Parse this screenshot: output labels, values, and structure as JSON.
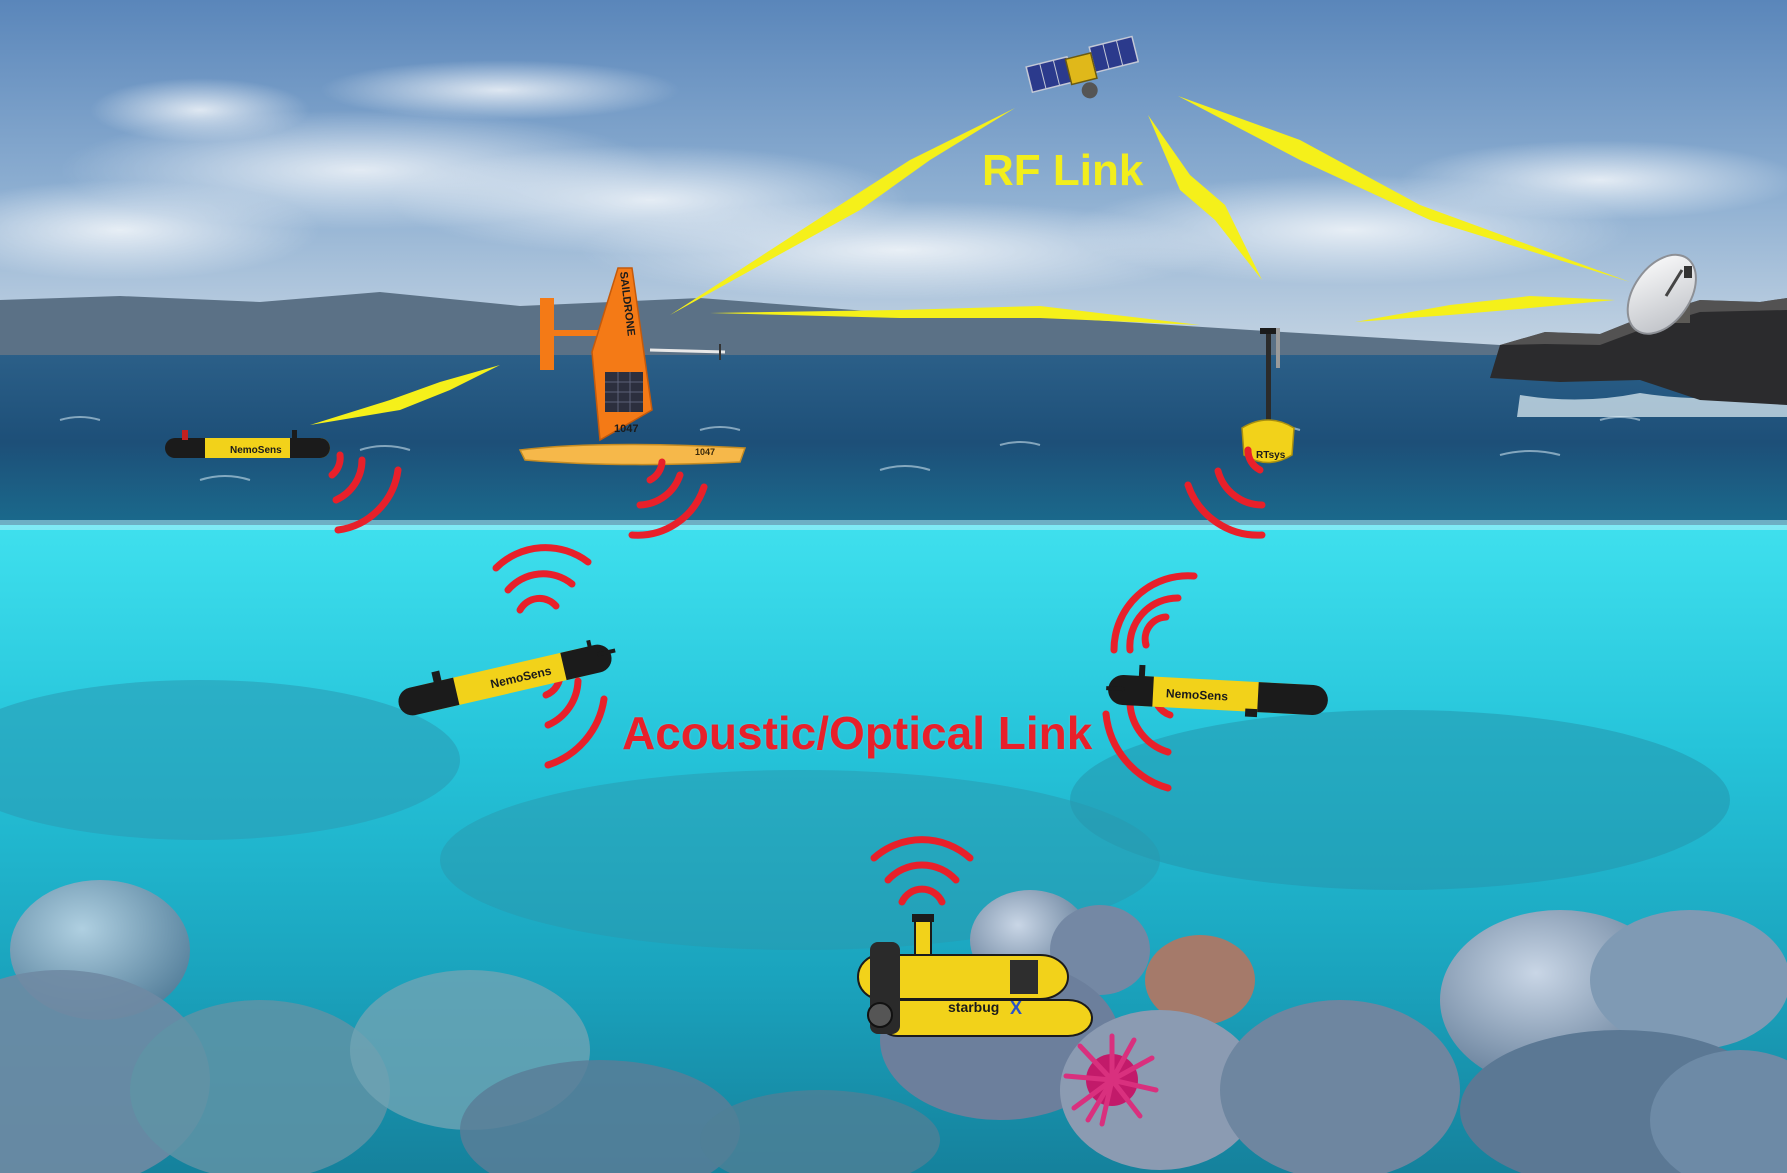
{
  "labels": {
    "rf_link": "RF Link",
    "acoustic_optical_link": "Acoustic/Optical Link"
  },
  "device_markings": {
    "saildrone_brand": "SAILDRONE",
    "saildrone_number": "1047",
    "saildrone_hull_number": "1047",
    "buoy_brand": "RTsys",
    "glider_brand": "NemoSens",
    "starbug_brand": "starbug",
    "starbug_x": "X"
  },
  "colors": {
    "rf_link": "#f5f01a",
    "acoustic_link": "#e8202a",
    "sky_top": "#5f8bbd",
    "sea_surface": "#1e5e86",
    "underwater": "#28c6dc",
    "vehicle_yellow": "#f2d21a"
  },
  "icons": [
    "satellite-icon",
    "ground-station-dish-icon",
    "saildrone-icon",
    "surface-buoy-icon",
    "auv-icon",
    "starbug-auv-icon",
    "starfish-icon"
  ]
}
